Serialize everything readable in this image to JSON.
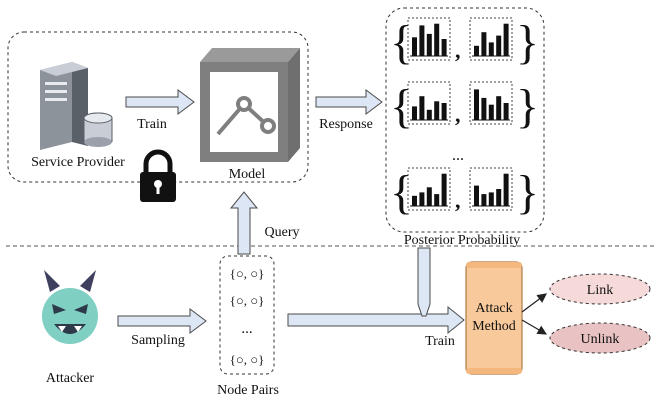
{
  "labels": {
    "train_top": "Train",
    "service_provider": "Service Provider",
    "model": "Model",
    "response": "Response",
    "query": "Query",
    "posterior_probability": "Posterior Probability",
    "ellipsis_posteriors": "...",
    "attacker": "Attacker",
    "sampling": "Sampling",
    "node_pairs": "Node Pairs",
    "ellipsis_pairs": "...",
    "train_bottom": "Train",
    "attack_method_line1": "Attack",
    "attack_method_line2": "Method",
    "link": "Link",
    "unlink": "Unlink",
    "pair_text": "{○, ○}"
  },
  "colors": {
    "arrow_fill": "#dde6f4",
    "arrow_stroke": "#4a4a4a",
    "attack_fill": "#f8c99a",
    "attack_stroke": "#b07a44",
    "link_fill": "#f6dada",
    "unlink_fill": "#e9c3c3",
    "attacker_face": "#7fcfc2",
    "server_dark": "#5a6068",
    "server_light": "#c9ced6",
    "model_gray": "#7f7f7f"
  },
  "icons": {
    "service_provider": "server-database-icon",
    "lock": "lock-icon",
    "model": "graph-cube-icon",
    "attacker": "devil-face-icon"
  }
}
